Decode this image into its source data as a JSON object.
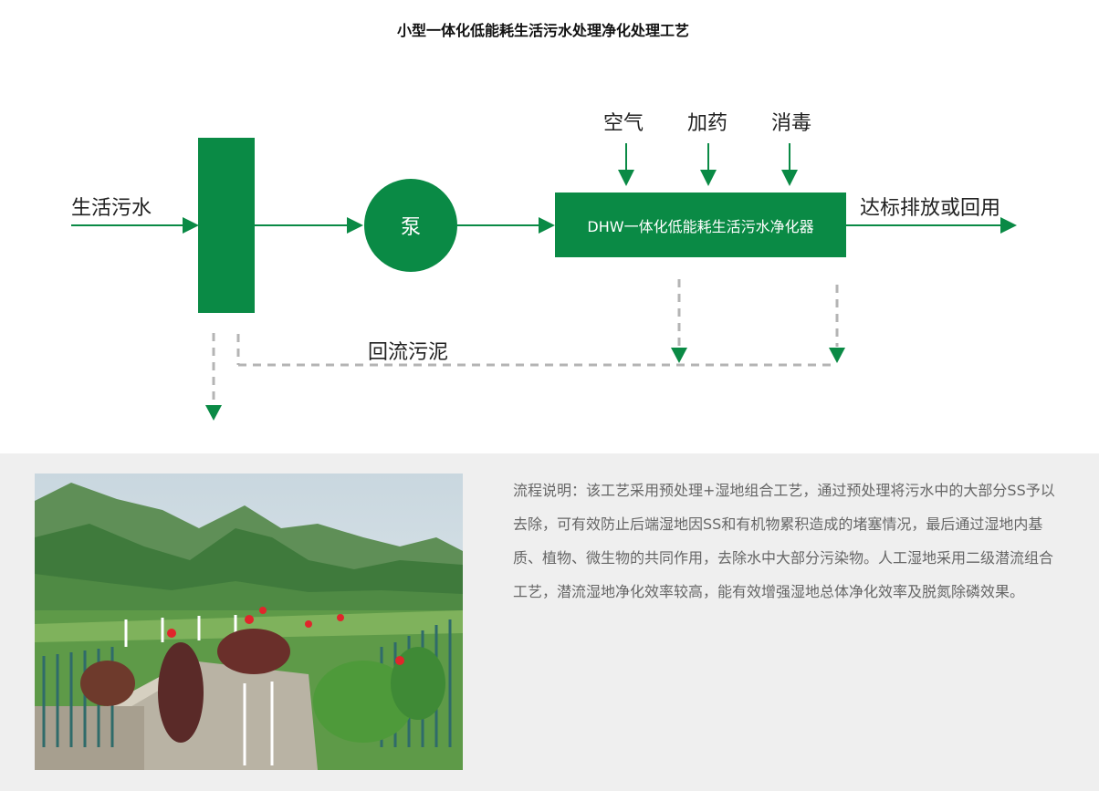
{
  "title": "小型一体化低能耗生活污水处理净化处理工艺",
  "colors": {
    "accent": "#0a8a45",
    "dashed": "#b4b4b4",
    "panel_bg": "#efefef"
  },
  "diagram": {
    "inflow_label": "生活污水",
    "pump_label": "泵",
    "purifier_label": "DHW一体化低能耗生活污水净化器",
    "inputs": [
      "空气",
      "加药",
      "消毒"
    ],
    "outflow_label": "达标排放或回用",
    "return_label": "回流污泥"
  },
  "description": "流程说明：该工艺采用预处理+湿地组合工艺，通过预处理将污水中的大部分SS予以去除，可有效防止后端湿地因SS和有机物累积造成的堵塞情况，最后通过湿地内基质、植物、微生物的共同作用，去除水中大部分污染物。人工湿地采用二级潜流组合工艺，潜流湿地净化效率较高，能有效增强湿地总体净化效率及脱氮除磷效果。"
}
